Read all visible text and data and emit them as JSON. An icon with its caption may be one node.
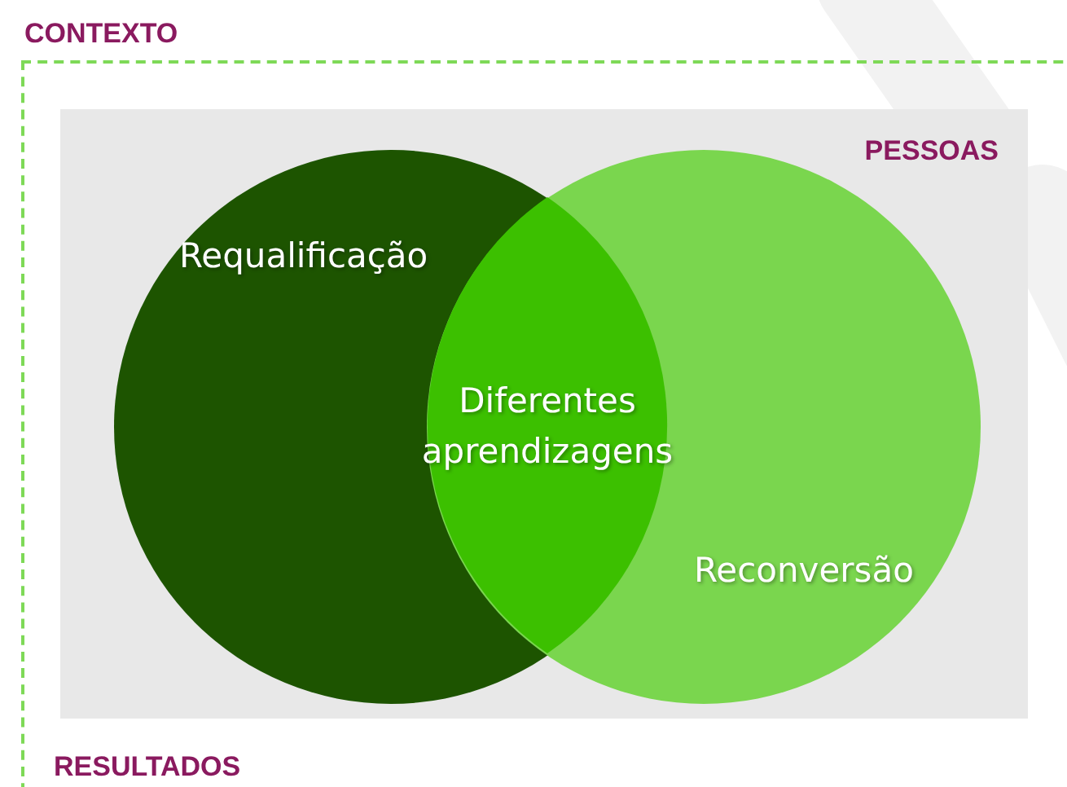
{
  "diagram": {
    "nodes": [
      {
        "text": [
          "CONTEXTO"
        ]
      },
      {
        "text": [
          "PESSOAS"
        ],
        "in": 0
      },
      {
        "text": [
          "Requalificação"
        ],
        "in": 1
      },
      {
        "text": [
          "Reconversão"
        ],
        "in": 1
      },
      {
        "text": [
          "Diferentes aprendizagens"
        ]
      }
    ],
    "labels": [
      "RESULTADOS"
    ]
  }
}
